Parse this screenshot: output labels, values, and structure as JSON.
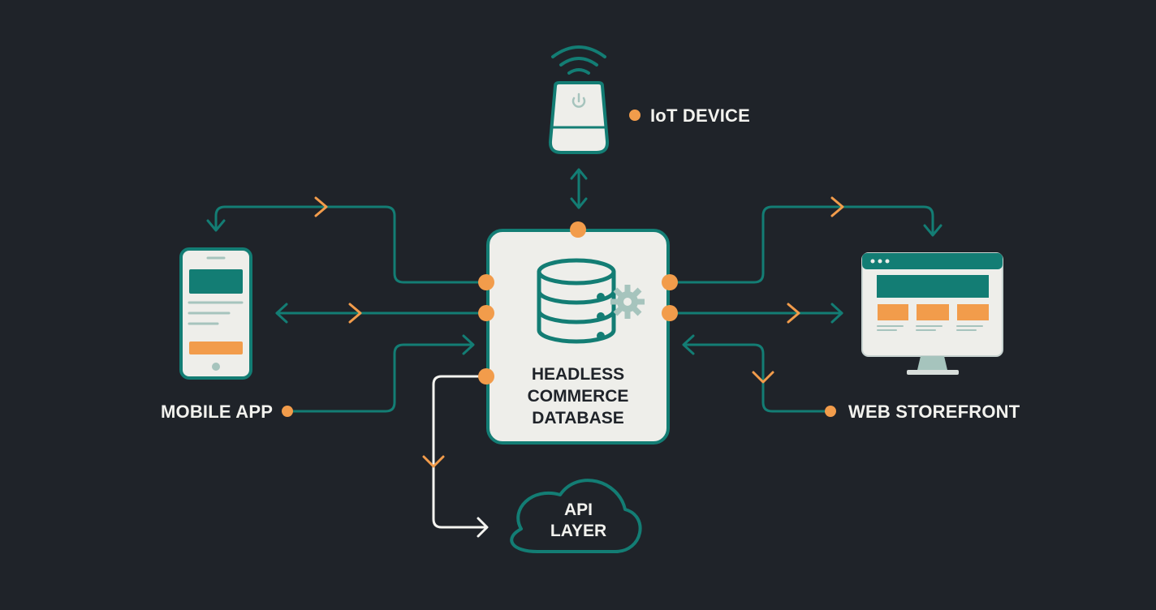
{
  "colors": {
    "background": "#1f2329",
    "teal": "#137d74",
    "orange": "#f29c4b",
    "panel": "#eeeeea",
    "white": "#f4f4f0"
  },
  "nodes": {
    "center": {
      "lines": [
        "HEADLESS",
        "COMMERCE",
        "DATABASE"
      ],
      "icon": "database-icon"
    },
    "iot": {
      "label": "IoT DEVICE",
      "icon": "smart-speaker-icon"
    },
    "mobile": {
      "label": "MOBILE APP",
      "icon": "smartphone-icon"
    },
    "web": {
      "label": "WEB STOREFRONT",
      "icon": "desktop-monitor-icon"
    },
    "api": {
      "lines": [
        "API",
        "LAYER"
      ],
      "icon": "cloud-icon"
    }
  },
  "edges": [
    {
      "from": "center",
      "to": "iot",
      "direction": "bidirectional"
    },
    {
      "from": "center",
      "to": "mobile",
      "direction": "to-target"
    },
    {
      "from": "center",
      "to": "mobile",
      "direction": "bidirectional"
    },
    {
      "from": "mobile",
      "to": "center",
      "direction": "to-target"
    },
    {
      "from": "center",
      "to": "api",
      "direction": "to-target"
    },
    {
      "from": "center",
      "to": "web",
      "direction": "to-target"
    },
    {
      "from": "center",
      "to": "web",
      "direction": "to-target"
    },
    {
      "from": "web",
      "to": "center",
      "direction": "to-target"
    }
  ]
}
